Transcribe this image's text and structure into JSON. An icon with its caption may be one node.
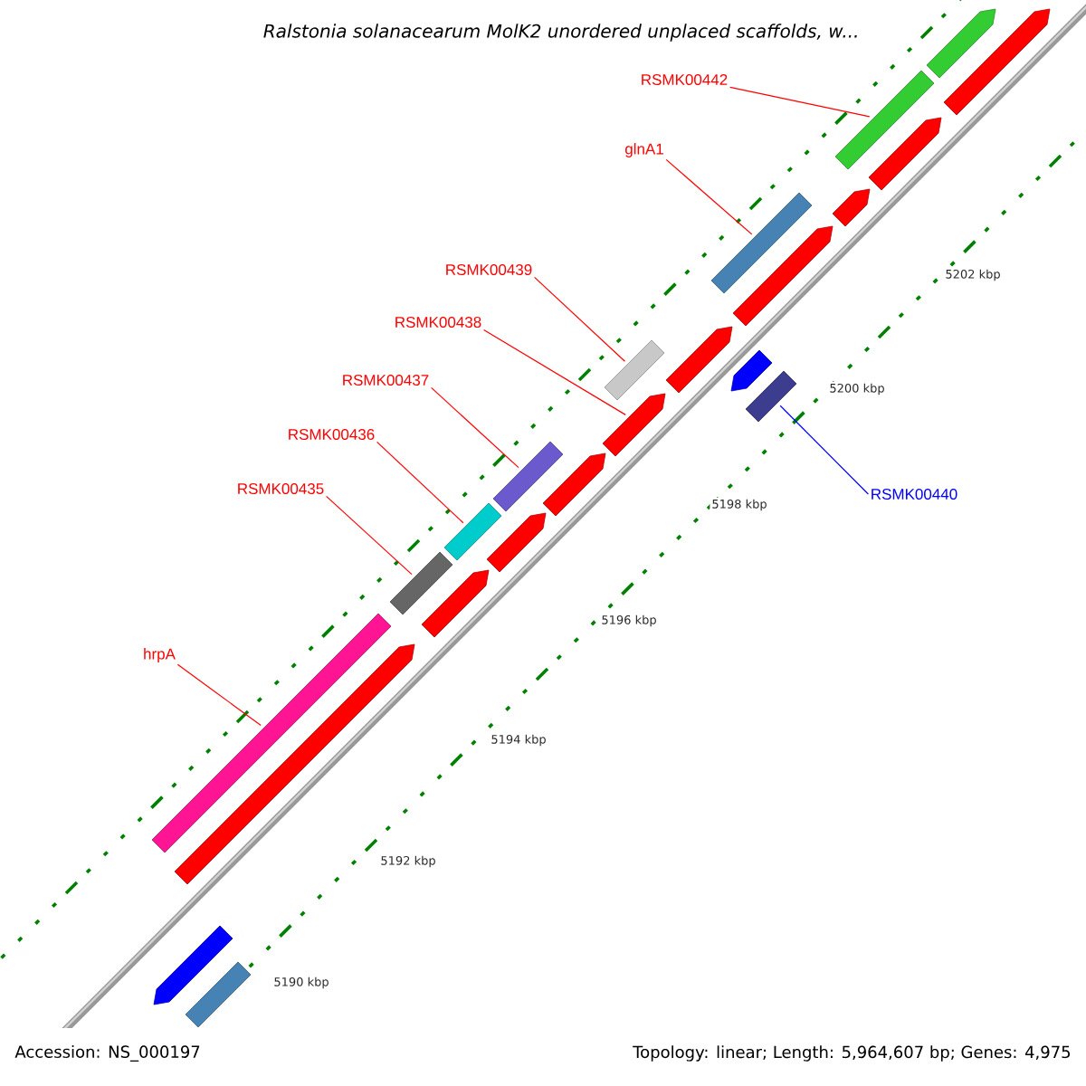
{
  "diagram": {
    "title": "Ralstonia solanacearum MolK2 unordered unplaced scaffolds, w...",
    "nodes": [
      {
        "text": [
          "hrpA"
        ]
      },
      {
        "text": [
          "RSMK00435"
        ]
      },
      {
        "text": [
          "RSMK00436"
        ]
      },
      {
        "text": [
          "RSMK00437"
        ]
      },
      {
        "text": [
          "RSMK00438"
        ]
      },
      {
        "text": [
          "RSMK00439"
        ]
      },
      {
        "text": [
          "glnA1"
        ]
      },
      {
        "text": [
          "RSMK00442"
        ]
      },
      {
        "text": [
          "RSMK00440"
        ]
      },
      {
        "text": [],
        "shape": "bar"
      },
      {
        "text": [],
        "shape": "bar"
      },
      {
        "text": [],
        "shape": "bar"
      },
      {
        "text": [],
        "shape": "bar"
      },
      {
        "text": [],
        "shape": "bar"
      },
      {
        "text": [],
        "shape": "bar"
      },
      {
        "text": [],
        "shape": "bar"
      },
      {
        "text": [],
        "shape": "arrow"
      },
      {
        "text": [],
        "shape": "arrow"
      },
      {
        "text": [],
        "shape": "arrow"
      },
      {
        "text": [],
        "shape": "arrow"
      },
      {
        "text": [],
        "shape": "arrow"
      },
      {
        "text": [],
        "shape": "arrow"
      },
      {
        "text": [],
        "shape": "arrow"
      },
      {
        "text": [],
        "shape": "arrow"
      },
      {
        "text": [],
        "shape": "arrow"
      },
      {
        "text": [],
        "shape": "arrow"
      },
      {
        "text": [],
        "shape": "arrow"
      },
      {
        "text": [],
        "shape": "arrow"
      },
      {
        "text": [],
        "shape": "bar"
      },
      {
        "text": [],
        "shape": "arrow"
      },
      {
        "text": [],
        "shape": "bar"
      }
    ],
    "edges": [
      {
        "from": 0,
        "to": 9,
        "arrow": "none"
      },
      {
        "from": 1,
        "to": 10,
        "arrow": "none"
      },
      {
        "from": 2,
        "to": 11,
        "arrow": "none"
      },
      {
        "from": 3,
        "to": 12,
        "arrow": "none"
      },
      {
        "from": 4,
        "to": 21,
        "arrow": "none"
      },
      {
        "from": 5,
        "to": 13,
        "arrow": "none"
      },
      {
        "from": 6,
        "to": 14,
        "arrow": "none"
      },
      {
        "from": 7,
        "to": 15,
        "arrow": "none"
      },
      {
        "from": 8,
        "to": 28,
        "arrow": "none",
        "color": "#0000ff"
      }
    ],
    "labels": [
      "5190 kbp",
      "5192 kbp",
      "5194 kbp",
      "5196 kbp",
      "5198 kbp",
      "5200 kbp",
      "5202 kbp",
      "Accession: NS_000197",
      "Topology: linear; Length: 5,964,607 bp; Genes: 4,975"
    ]
  }
}
